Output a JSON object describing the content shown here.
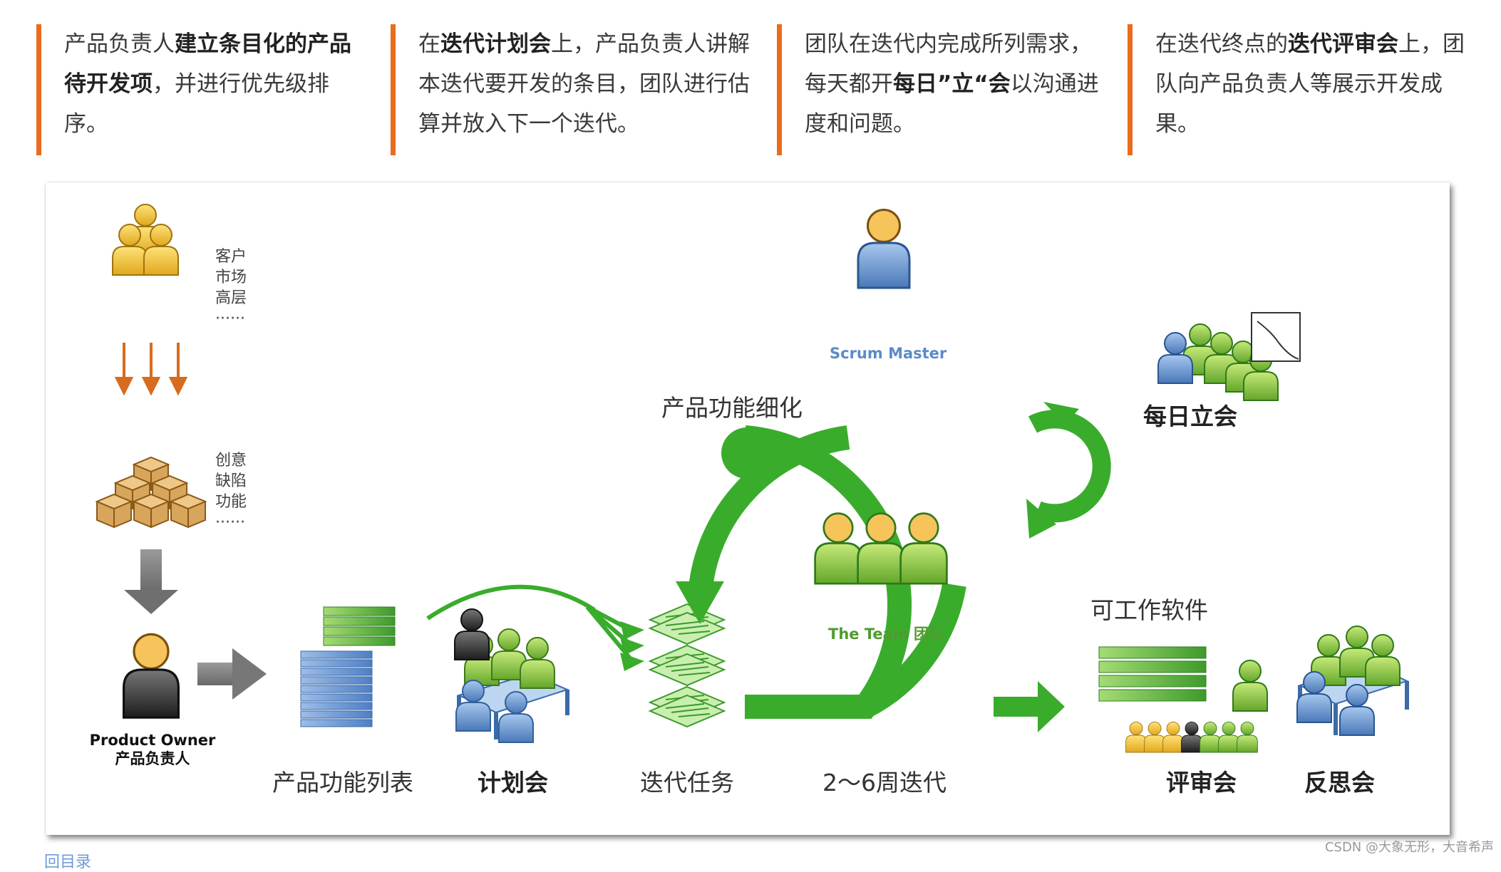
{
  "callouts": [
    {
      "p1": "产品负责人",
      "b1": "建立条目化的产品待开发项",
      "p2": "，并进行优先级排序。",
      "b2": "",
      "p3": ""
    },
    {
      "p1": "在",
      "b1": "迭代计划会",
      "p2": "上，产品负责人讲解本迭代要开发的条目，团队进行估算并放入下一个迭代。",
      "b2": "",
      "p3": ""
    },
    {
      "p1": "团队在迭代内完成所列需求，每天都开",
      "b1": "每日”立“会",
      "p2": "以沟通进度和问题。",
      "b2": "",
      "p3": ""
    },
    {
      "p1": "在迭代终点的",
      "b1": "迭代评审会",
      "p2": "上，团队向产品负责人等展示开发成果。",
      "b2": "",
      "p3": ""
    }
  ],
  "diagram": {
    "stakeholders_list": "客户\n市场\n高层\n······",
    "input_list": "创意\n缺陷\n功能\n······",
    "product_owner_en": "Product Owner",
    "product_owner_cn": "产品负责人",
    "scrum_master": "Scrum Master",
    "team": "The Team 团队",
    "refinement": "产品功能细化",
    "daily_standup": "每日立会",
    "working_software": "可工作软件",
    "product_backlog": "产品功能列表",
    "planning_meeting": "计划会",
    "sprint_backlog": "迭代任务",
    "sprint_length": "2～6周迭代",
    "review": "评审会",
    "retrospective": "反思会"
  },
  "footer_link": "回目录",
  "watermark": "CSDN @大象无形，大音希声",
  "colors": {
    "accent_orange": "#ea6c1e",
    "cycle_green": "#3aac2c",
    "person_yellow": "#f2c237",
    "person_green": "#8cc63f",
    "person_blue": "#5b8bc6"
  }
}
